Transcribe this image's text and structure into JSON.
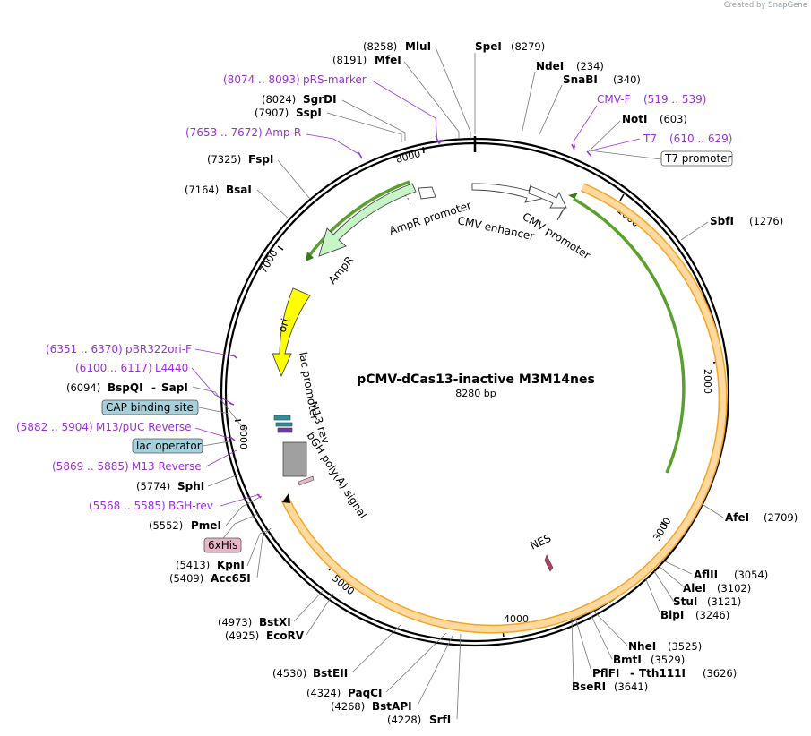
{
  "branding": {
    "created_by": "Created by",
    "brand": "SnapGene"
  },
  "plasmid": {
    "name": "pCMV-dCas13-inactive M3M14nes",
    "size_label": "8280 bp"
  },
  "colors": {
    "ampr": "#c8f5c8",
    "ori": "#ffff00",
    "orf_outline": "#f5a623",
    "orf_fill": "#ffd9a0",
    "green_arc": "#5aa02c",
    "primer": "#9b30d9",
    "misc_box": "#a6d1dc",
    "his_box": "#e8b4c8",
    "nes": "#b3406a",
    "polya": "#a0a0a0"
  },
  "ticks": [
    "1000",
    "2000",
    "3000",
    "4000",
    "5000",
    "6000",
    "7000",
    "8000"
  ],
  "features": {
    "ampr": "AmpR",
    "ampr_promoter": "AmpR promoter",
    "ori": "ori",
    "cmv_enhancer": "CMV enhancer",
    "cmv_promoter": "CMV promoter",
    "lac_promoter": "lac promoter",
    "m13_rev": "M13 rev",
    "bgh": "bGH poly(A) signal",
    "nes": "NES"
  },
  "boxed_labels": {
    "t7_promoter": "T7 promoter",
    "cap": "CAP binding site",
    "lac_operator": "lac operator",
    "his": "6xHis"
  },
  "sites_top_left": [
    {
      "name": "MluI",
      "pos": "(8258)"
    },
    {
      "name": "MfeI",
      "pos": "(8191)"
    },
    {
      "name": "SgrDI",
      "pos": "(8024)"
    },
    {
      "name": "SspI",
      "pos": "(7907)"
    },
    {
      "name": "FspI",
      "pos": "(7325)"
    },
    {
      "name": "BsaI",
      "pos": "(7164)"
    }
  ],
  "primers_top": [
    {
      "name": "pRS-marker",
      "range": "(8074 .. 8093)"
    },
    {
      "name": "Amp-R",
      "range": "(7653 .. 7672)"
    }
  ],
  "sites_top_right": [
    {
      "name": "SpeI",
      "pos": "(8279)"
    },
    {
      "name": "NdeI",
      "pos": "(234)"
    },
    {
      "name": "SnaBI",
      "pos": "(340)"
    },
    {
      "name": "NotI",
      "pos": "(603)"
    }
  ],
  "primers_top_right": [
    {
      "name": "CMV-F",
      "range": "(519 .. 539)"
    },
    {
      "name": "T7",
      "range": "(610 .. 629)"
    }
  ],
  "sites_right": [
    {
      "name": "SbfI",
      "pos": "(1276)"
    },
    {
      "name": "AfeI",
      "pos": "(2709)"
    },
    {
      "name": "AflII",
      "pos": "(3054)"
    },
    {
      "name": "AleI",
      "pos": "(3102)"
    },
    {
      "name": "StuI",
      "pos": "(3121)"
    },
    {
      "name": "BlpI",
      "pos": "(3246)"
    },
    {
      "name": "NheI",
      "pos": "(3525)"
    },
    {
      "name": "BmtI",
      "pos": "(3529)"
    },
    {
      "name": "PflFI",
      "name2": "Tth111I",
      "pos": "(3626)"
    },
    {
      "name": "BseRI",
      "pos": "(3641)"
    }
  ],
  "sites_left": [
    {
      "name": "BspQI",
      "name2": "SapI",
      "pos": "(6094)"
    },
    {
      "name": "SphI",
      "pos": "(5774)"
    },
    {
      "name": "PmeI",
      "pos": "(5552)"
    },
    {
      "name": "KpnI",
      "pos": "(5413)"
    },
    {
      "name": "Acc65I",
      "pos": "(5409)"
    }
  ],
  "primers_left": [
    {
      "name": "pBR322ori-F",
      "range": "(6351 .. 6370)"
    },
    {
      "name": "L4440",
      "range": "(6100 .. 6117)"
    },
    {
      "name": "M13/pUC Reverse",
      "range": "(5882 .. 5904)"
    },
    {
      "name": "M13 Reverse",
      "range": "(5869 .. 5885)"
    },
    {
      "name": "BGH-rev",
      "range": "(5568 .. 5585)"
    }
  ],
  "sites_bottom": [
    {
      "name": "BstXI",
      "pos": "(4973)"
    },
    {
      "name": "EcoRV",
      "pos": "(4925)"
    },
    {
      "name": "BstEII",
      "pos": "(4530)"
    },
    {
      "name": "PaqCI",
      "pos": "(4324)"
    },
    {
      "name": "BstAPI",
      "pos": "(4268)"
    },
    {
      "name": "SrfI",
      "pos": "(4228)"
    }
  ]
}
